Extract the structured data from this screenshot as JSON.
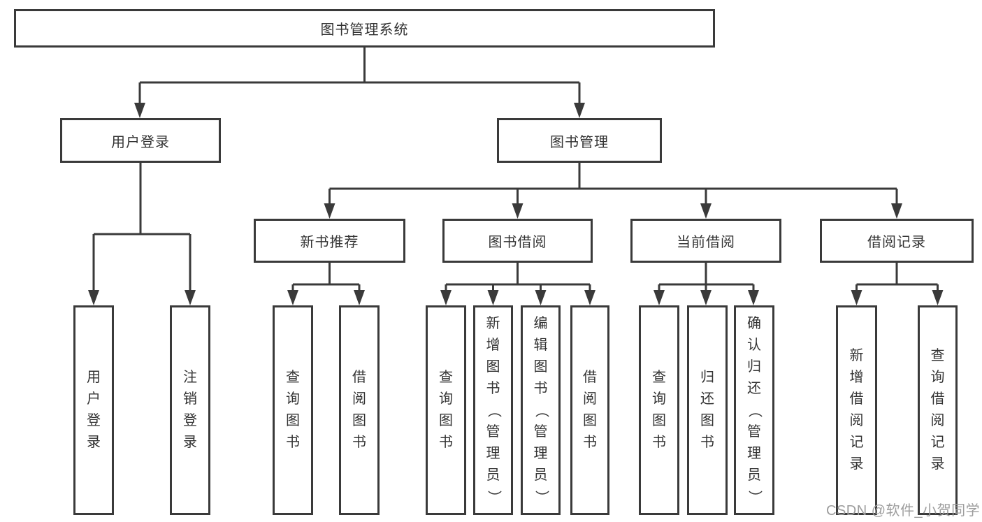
{
  "diagram": {
    "title": "图书管理系统",
    "tree": {
      "root": {
        "label": "图书管理系统"
      },
      "level2": [
        {
          "label": "用户登录",
          "leaves": [
            "用户登录",
            "注销登录"
          ]
        },
        {
          "label": "图书管理"
        }
      ],
      "level3": [
        {
          "label": "新书推荐",
          "leaves": [
            "查询图书",
            "借阅图书"
          ]
        },
        {
          "label": "图书借阅",
          "leaves": [
            "查询图书",
            "新增图书（管理员）",
            "编辑图书（管理员）",
            "借阅图书"
          ]
        },
        {
          "label": "当前借阅",
          "leaves": [
            "查询图书",
            "归还图书",
            "确认归还（管理员）"
          ]
        },
        {
          "label": "借阅记录",
          "leaves": [
            "新增借阅记录",
            "查询借阅记录"
          ]
        }
      ]
    }
  },
  "watermark": "CSDN @软件_小贺同学",
  "colors": {
    "line": "#3a3a3a",
    "box_border": "#3a3a3a",
    "box_bg": "#ffffff",
    "text": "#333333",
    "watermark": "#9d9d9d"
  }
}
